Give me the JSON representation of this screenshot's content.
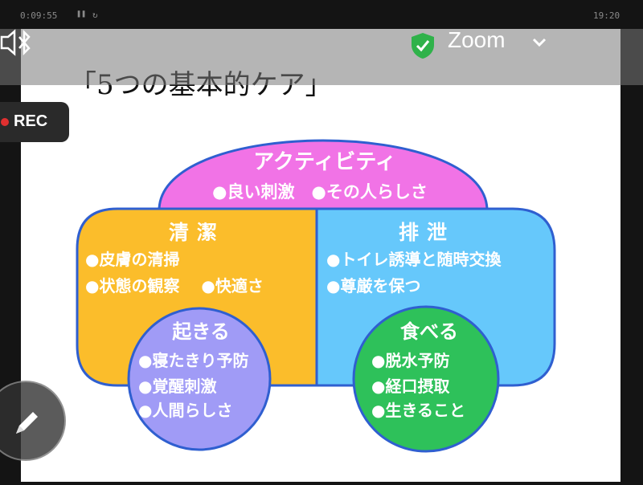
{
  "status_bar": {
    "elapsed": "0:09:55",
    "clock": "19:20"
  },
  "meeting": {
    "app_label": "Zoom",
    "rec_label": "REC"
  },
  "slide": {
    "title": "「5つの基本的ケア」",
    "sections": {
      "activity": {
        "heading": "アクティビティ",
        "lines": [
          "●良い刺激　●その人らしさ"
        ],
        "color": "#f173e6"
      },
      "cleanliness": {
        "heading": "清潔",
        "lines": [
          "●皮膚の清掃",
          "●状態の観察　 ●快適さ"
        ],
        "color": "#fbbd2b"
      },
      "excretion": {
        "heading": "排泄",
        "lines": [
          "●トイレ誘導と随時交換",
          "●尊厳を保つ"
        ],
        "color": "#66c8fb"
      },
      "waking": {
        "heading": "起きる",
        "lines": [
          "●寝たきり予防",
          "●覚醒刺激",
          "●人間らしさ"
        ],
        "color": "#a09bf6"
      },
      "eating": {
        "heading": "食べる",
        "lines": [
          "●脱水予防",
          "●経口摂取",
          "●生きること"
        ],
        "color": "#2ec15a"
      }
    }
  }
}
